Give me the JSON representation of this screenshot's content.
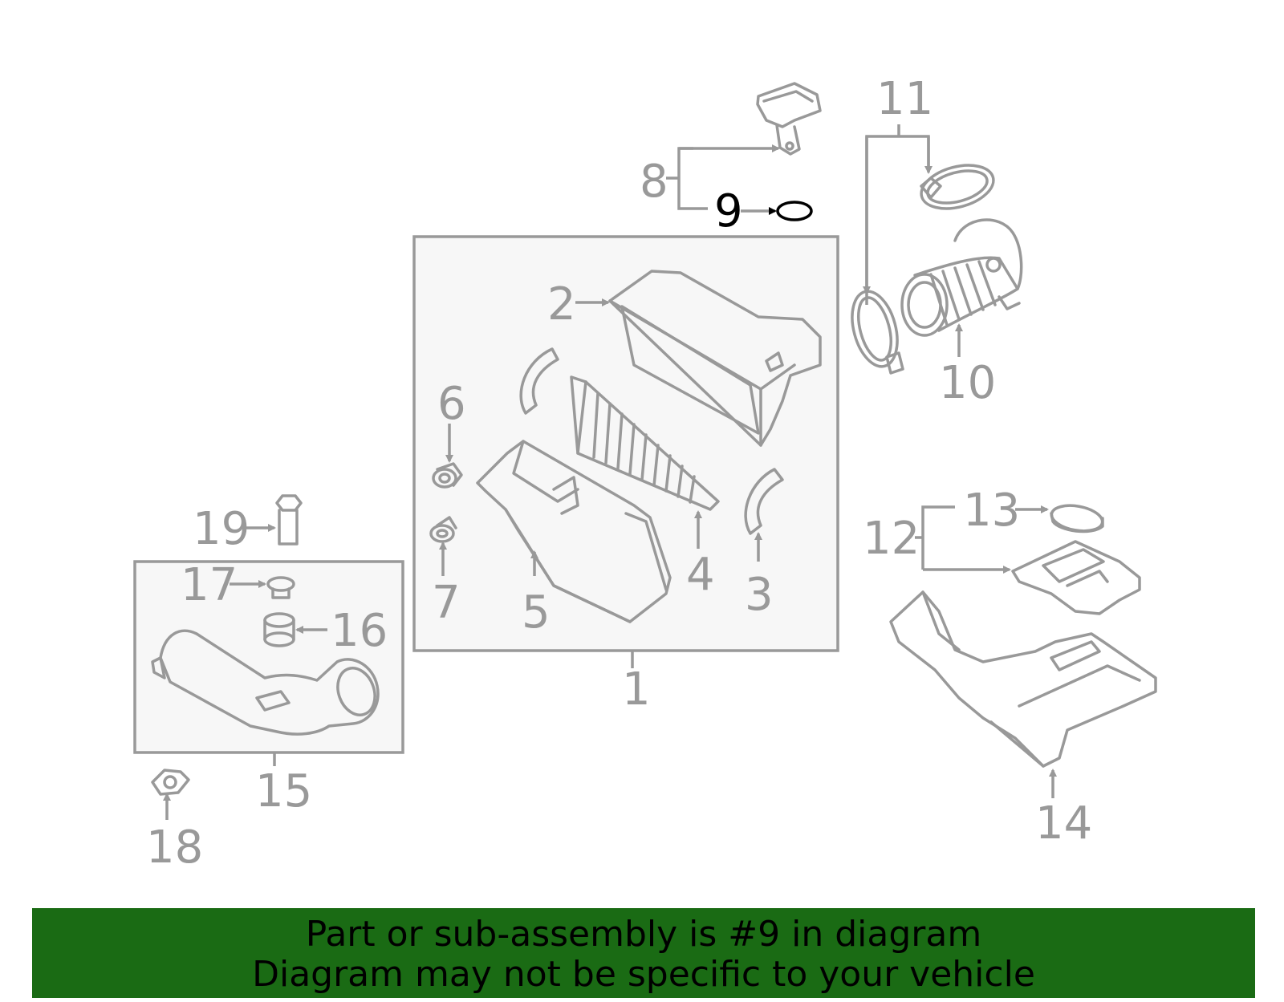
{
  "callouts": [
    "1",
    "2",
    "3",
    "4",
    "5",
    "6",
    "7",
    "8",
    "9",
    "10",
    "11",
    "12",
    "13",
    "14",
    "15",
    "16",
    "17",
    "18",
    "19"
  ],
  "highlighted_callout": "9",
  "banner": {
    "line1": "Part or sub-assembly is #9 in diagram",
    "line2": "Diagram may not be specific to your vehicle"
  },
  "colors": {
    "part_line": "#999999",
    "highlight": "#000000",
    "banner_bg": "#1a6b14",
    "assembly_box_fill": "#f7f7f7"
  }
}
